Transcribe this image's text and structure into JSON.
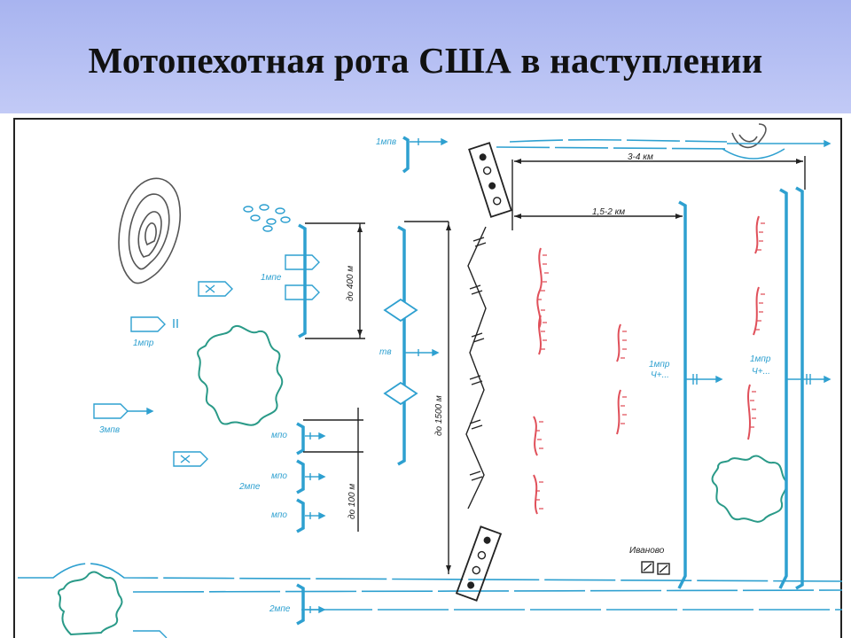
{
  "title": "Мотопехотная рота США в наступлении",
  "colors": {
    "header_bg": "#b4bef3",
    "unit_blue": "#2ea0d0",
    "obstacle_red": "#e0505a",
    "terrain_green": "#2a9a88",
    "ink": "#222222"
  },
  "labels": {
    "unit_1mpv": "1мпв",
    "unit_1mpe": "1мпе",
    "unit_1mpr_left": "1мпр",
    "unit_3mpv": "3мпв",
    "unit_2mpe_left": "2мпе",
    "unit_2mpe_bottom": "2мпе",
    "unit_mpo_1": "мпо",
    "unit_mpo_2": "мпо",
    "unit_mpo_3": "мпо",
    "unit_te": "тв",
    "unit_1mpr_mid": "1мпр",
    "unit_ch_mid": "Ч+...",
    "unit_1mpr_right": "1мпр",
    "unit_ch_right": "Ч+...",
    "dist_3_4": "3-4 км",
    "dist_1_5_2": "1,5-2 км",
    "dist_400": "до 400 м",
    "dist_100": "до 100 м",
    "dist_1500": "до 1500 м",
    "village": "Иваново"
  }
}
